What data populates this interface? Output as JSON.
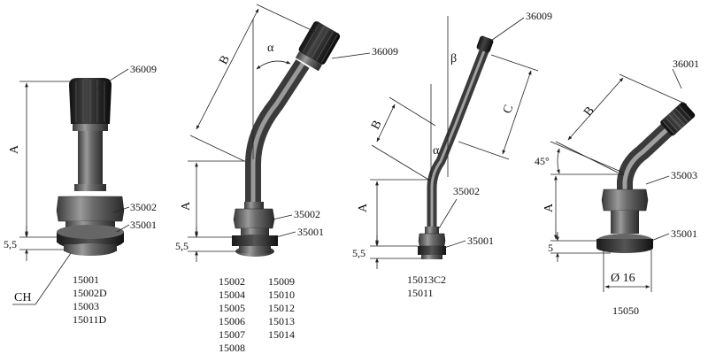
{
  "valve1": {
    "callouts": [
      "36009",
      "35002",
      "35001"
    ],
    "dims": {
      "a": "A",
      "thick": "5,5",
      "wrench": "CH"
    },
    "models": [
      "15001",
      "15002D",
      "15003",
      "15011D"
    ]
  },
  "valve2": {
    "callouts": [
      "36009",
      "35002",
      "35001"
    ],
    "dims": {
      "a": "A",
      "b": "B",
      "angle": "α",
      "thick": "5,5"
    },
    "models_col1": [
      "15002",
      "15004",
      "15005",
      "15006",
      "15007",
      "15008"
    ],
    "models_col2": [
      "15009",
      "15010",
      "15012",
      "15013",
      "15014"
    ]
  },
  "valve3": {
    "callouts": [
      "36009",
      "35002",
      "35001"
    ],
    "dims": {
      "a": "A",
      "b": "B",
      "c": "C",
      "alpha": "α",
      "beta": "β",
      "thick": "5,5"
    },
    "models": [
      "15013C2",
      "15011"
    ]
  },
  "valve4": {
    "callouts": [
      "36001",
      "35003",
      "35001"
    ],
    "dims": {
      "a": "A",
      "b": "B",
      "angle": "45°",
      "thick": "5",
      "dia": "Ø 16"
    },
    "models": [
      "15050"
    ]
  }
}
